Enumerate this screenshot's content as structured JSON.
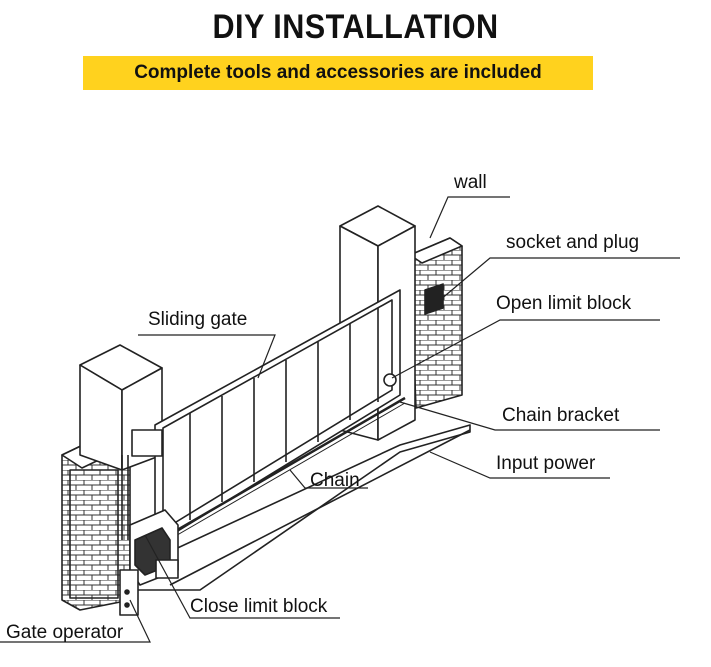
{
  "header": {
    "title": "DIY INSTALLATION",
    "banner": "Complete tools and accessories are included"
  },
  "diagram": {
    "labels": {
      "wall": "wall",
      "socket": "socket and plug",
      "sliding_gate": "Sliding gate",
      "open_limit": "Open limit block",
      "chain_bracket": "Chain bracket",
      "input_power": "Input power",
      "chain": "Chain",
      "close_limit": "Close limit block",
      "gate_operator": "Gate operator"
    }
  },
  "colors": {
    "banner": "#ffd21e",
    "line": "#222222",
    "text": "#111111"
  }
}
